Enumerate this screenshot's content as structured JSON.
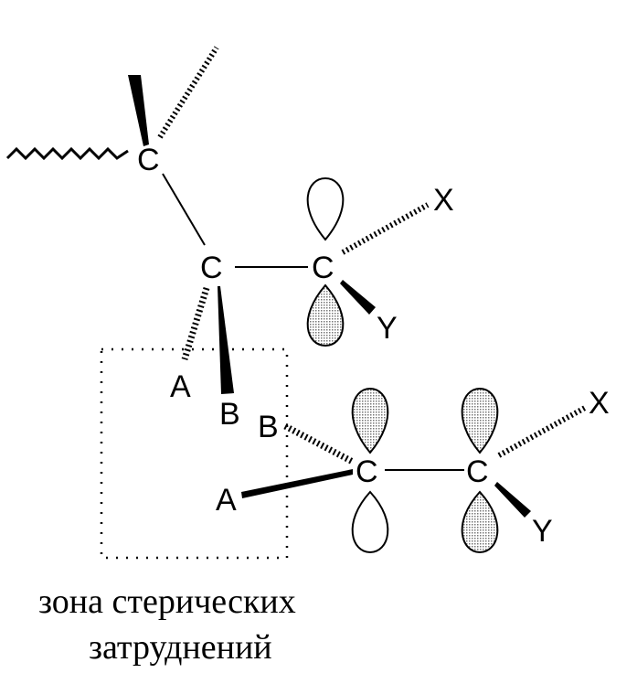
{
  "labels": {
    "c_top": "C",
    "c_mid": "C",
    "c_right_upper": "C",
    "x_upper": "X",
    "y_upper": "Y",
    "a_upper": "A",
    "b_upper": "B",
    "b_lower": "B",
    "a_lower": "A",
    "c_lower_left": "C",
    "c_lower_right": "C",
    "x_lower": "X",
    "y_lower": "Y"
  },
  "caption": {
    "line1": "зона стерических",
    "line2": "затруднений"
  },
  "colors": {
    "ink": "#000000",
    "orbital_fill": "#c8c8c8"
  }
}
